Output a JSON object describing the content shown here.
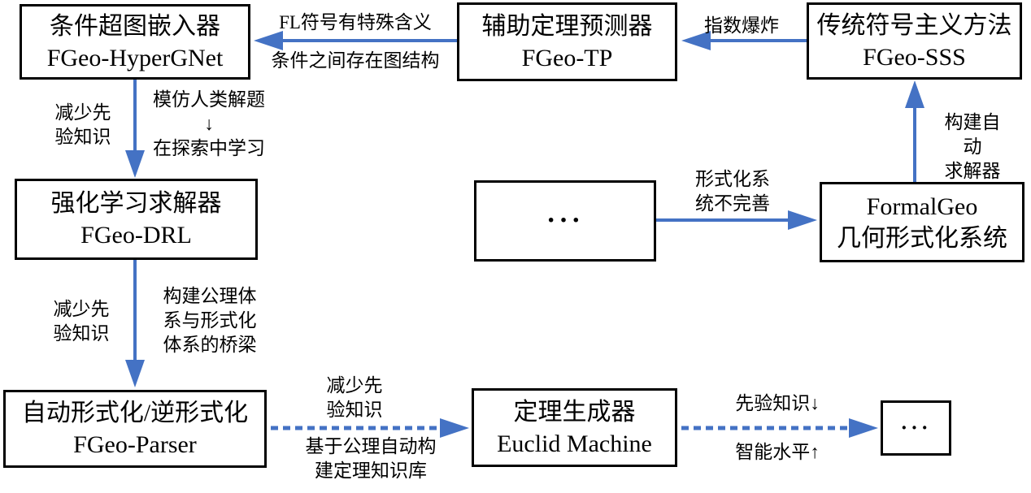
{
  "colors": {
    "arrow_blue": "#4472C4",
    "box_border": "#000000",
    "text": "#000000",
    "background": "#ffffff"
  },
  "boxes": {
    "hypergnet": {
      "line1": "条件超图嵌入器",
      "line2": "FGeo-HyperGNet"
    },
    "tp": {
      "line1": "辅助定理预测器",
      "line2": "FGeo-TP"
    },
    "sss": {
      "line1": "传统符号主义方法",
      "line2": "FGeo-SSS"
    },
    "drl": {
      "line1": "强化学习求解器",
      "line2": "FGeo-DRL"
    },
    "ellipsis_mid": {
      "line1": "···"
    },
    "formalgeo": {
      "line1": "FormalGeo",
      "line2": "几何形式化系统"
    },
    "parser": {
      "line1": "自动形式化/逆形式化",
      "line2": "FGeo-Parser"
    },
    "euclid": {
      "line1": "定理生成器",
      "line2": "Euclid Machine"
    },
    "ellipsis_end": {
      "line1": "···"
    }
  },
  "labels": {
    "fl_note": "FL符号有特殊含义",
    "graph_structure": "条件之间存在图结构",
    "exponential_explosion": "指数爆炸",
    "reduce_prior_1": "减少先\n验知识",
    "imitate_human": "模仿人类解题\n↓\n在探索中学习",
    "build_auto_solver": "构建自动\n求解器",
    "formal_system_imperfect": "形式化系\n统不完善",
    "reduce_prior_2": "减少先\n验知识",
    "axiom_bridge": "构建公理体\n系与形式化\n体系的桥梁",
    "reduce_prior_3": "减少先\n验知识",
    "axiom_theorem_kb": "基于公理自动构\n建定理知识库",
    "prior_knowledge_down": "先验知识↓",
    "intelligence_up": "智能水平↑"
  }
}
